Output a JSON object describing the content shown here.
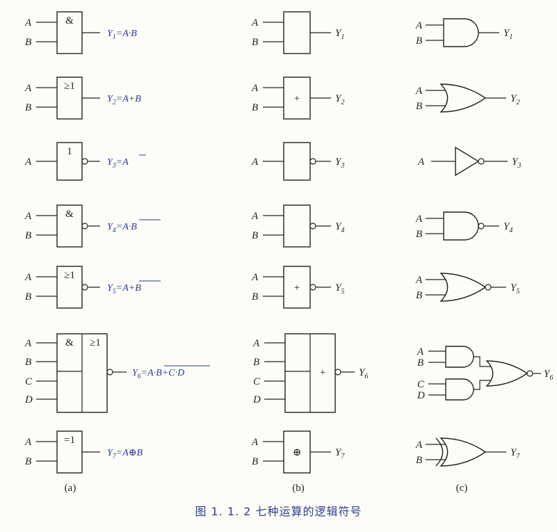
{
  "figure": {
    "caption": "图 1. 1. 2   七种运算的逻辑符号",
    "panel_labels": [
      "(a)",
      "(b)",
      "(c)"
    ]
  },
  "inputs": {
    "A": "A",
    "B": "B",
    "C": "C",
    "D": "D"
  },
  "rows": [
    {
      "out_sub": "1",
      "a_symbol": "&",
      "b_symbol": "",
      "eq_prefix": "=A·B",
      "eq_over": ""
    },
    {
      "out_sub": "2",
      "a_symbol": "≥1",
      "b_symbol": "+",
      "eq_prefix": "=A+B",
      "eq_over": ""
    },
    {
      "out_sub": "3",
      "a_symbol": "1",
      "b_symbol": "",
      "eq_prefix": "=",
      "eq_over": "A"
    },
    {
      "out_sub": "4",
      "a_symbol": "&",
      "b_symbol": "",
      "eq_prefix": "=",
      "eq_over": "A·B"
    },
    {
      "out_sub": "5",
      "a_symbol": "≥1",
      "b_symbol": "+",
      "eq_prefix": "=",
      "eq_over": "A+B"
    },
    {
      "out_sub": "6",
      "a_symbol": "&",
      "a_symbol2": "≥1",
      "b_symbol": "+",
      "eq_prefix": "=",
      "eq_over": "A·B+C·D"
    },
    {
      "out_sub": "7",
      "a_symbol": "=1",
      "b_symbol": "⊕",
      "eq_prefix": "=A⊕B",
      "eq_over": ""
    }
  ],
  "colors": {
    "ink": "#222222",
    "equation": "#2b3a8f",
    "caption": "#2f3d8c"
  }
}
